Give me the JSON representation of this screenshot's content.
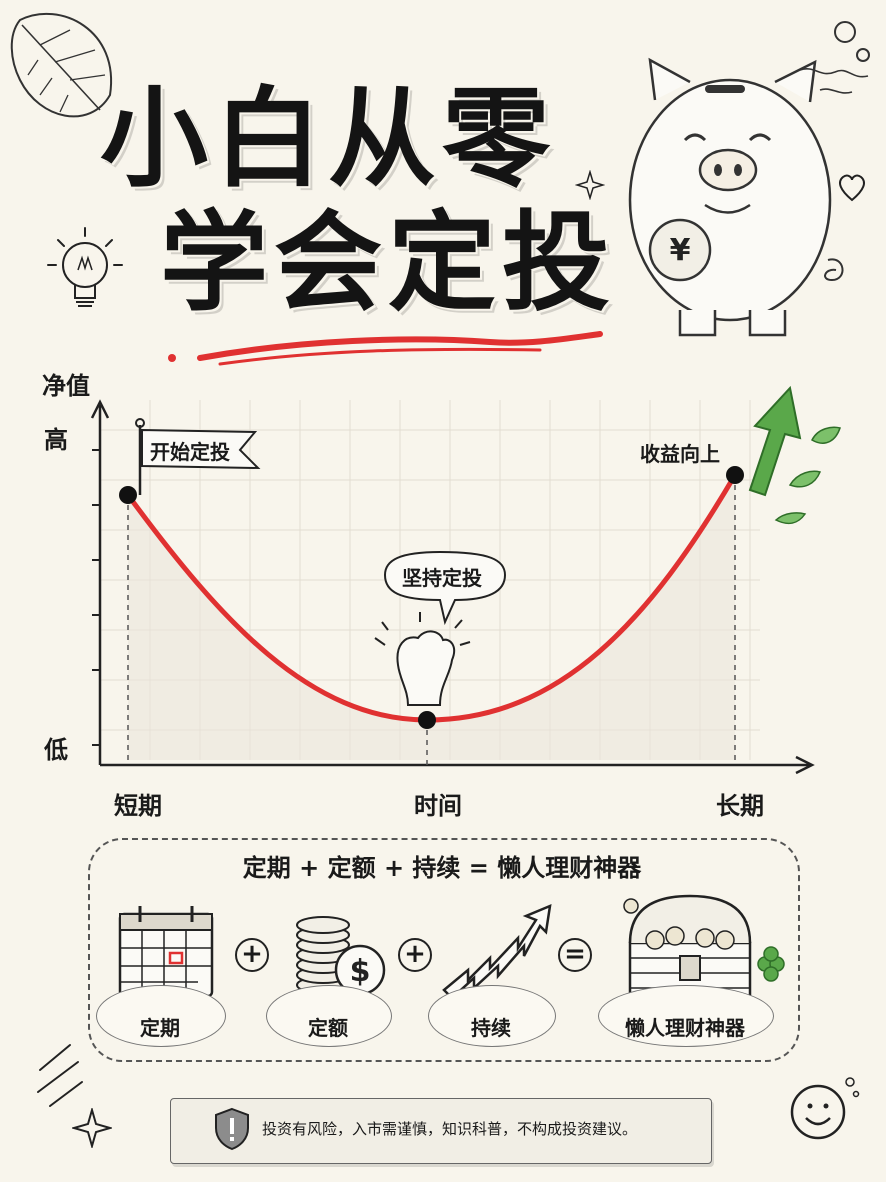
{
  "title": {
    "line1": "小白从零",
    "line2": "学会定投"
  },
  "chart": {
    "y_axis_label": "净值",
    "y_high": "高",
    "y_low": "低",
    "x_start": "短期",
    "x_mid": "时间",
    "x_end": "长期",
    "flag_label": "开始定投",
    "bottom_bubble": "坚持定投",
    "top_right_label": "收益向上"
  },
  "formula": {
    "heading": "定期 + 定额 + 持续 = 懒人理财神器",
    "items": [
      "定期",
      "定额",
      "持续",
      "懒人理财神器"
    ],
    "plus": "+",
    "equals": "="
  },
  "disclaimer": "投资有风险，入市需谨慎，知识科普，不构成投资建议。",
  "colors": {
    "curve": "#e03131",
    "arrow": "#5aa84a",
    "background": "#f8f5ec"
  },
  "icons": [
    "leaf-icon",
    "piggy-bank-icon",
    "lightbulb-icon",
    "flag-icon",
    "fist-icon",
    "arrow-up-icon",
    "calendar-icon",
    "coins-icon",
    "growth-arrow-icon",
    "treasure-chest-icon",
    "shield-icon",
    "smiley-icon",
    "sparkle-icon",
    "heart-icon"
  ]
}
